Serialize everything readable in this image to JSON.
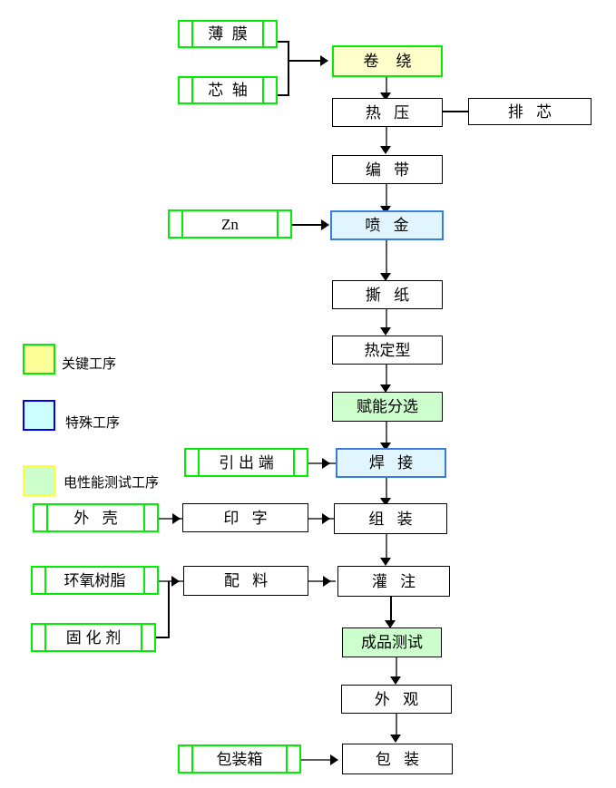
{
  "diagram": {
    "type": "flowchart",
    "title": "",
    "legend": [
      {
        "label": "关键工序",
        "fill": "#ffff99",
        "border": "#00ee00"
      },
      {
        "label": "特殊工序",
        "fill": "#ccffff",
        "border": "#0000ee"
      },
      {
        "label": "电性能测试工序",
        "fill": "#ccffcc",
        "border": "#ffff33"
      }
    ],
    "materials": [
      {
        "id": "film",
        "label": "薄  膜"
      },
      {
        "id": "mandrel",
        "label": "芯  轴"
      },
      {
        "id": "zn",
        "label": "Zn"
      },
      {
        "id": "lead",
        "label": "引 出 端"
      },
      {
        "id": "shell",
        "label": "外   壳"
      },
      {
        "id": "epoxy",
        "label": "环氧树脂"
      },
      {
        "id": "curing",
        "label": "固 化 剂"
      },
      {
        "id": "carton",
        "label": "包装箱"
      }
    ],
    "processes": [
      {
        "id": "winding",
        "label": "卷    绕",
        "kind": "key"
      },
      {
        "id": "hotpress",
        "label": "热   压",
        "kind": "plain"
      },
      {
        "id": "taping",
        "label": "编   带",
        "kind": "plain"
      },
      {
        "id": "metalspray",
        "label": "喷   金",
        "kind": "special"
      },
      {
        "id": "tearpaper",
        "label": "撕   纸",
        "kind": "plain"
      },
      {
        "id": "heatset",
        "label": "热定型",
        "kind": "plain"
      },
      {
        "id": "sorting",
        "label": "赋能分选",
        "kind": "etest"
      },
      {
        "id": "welding",
        "label": "焊   接",
        "kind": "special"
      },
      {
        "id": "printing",
        "label": "印   字",
        "kind": "plain"
      },
      {
        "id": "assembly",
        "label": "组   装",
        "kind": "plain"
      },
      {
        "id": "mixing",
        "label": "配   料",
        "kind": "plain"
      },
      {
        "id": "potting",
        "label": "灌   注",
        "kind": "plain"
      },
      {
        "id": "finaltest",
        "label": "成品测试",
        "kind": "etest"
      },
      {
        "id": "appearance",
        "label": "外   观",
        "kind": "plain"
      },
      {
        "id": "packing",
        "label": "包   装",
        "kind": "plain"
      },
      {
        "id": "coreout",
        "label": "排   芯",
        "kind": "plain"
      }
    ]
  }
}
